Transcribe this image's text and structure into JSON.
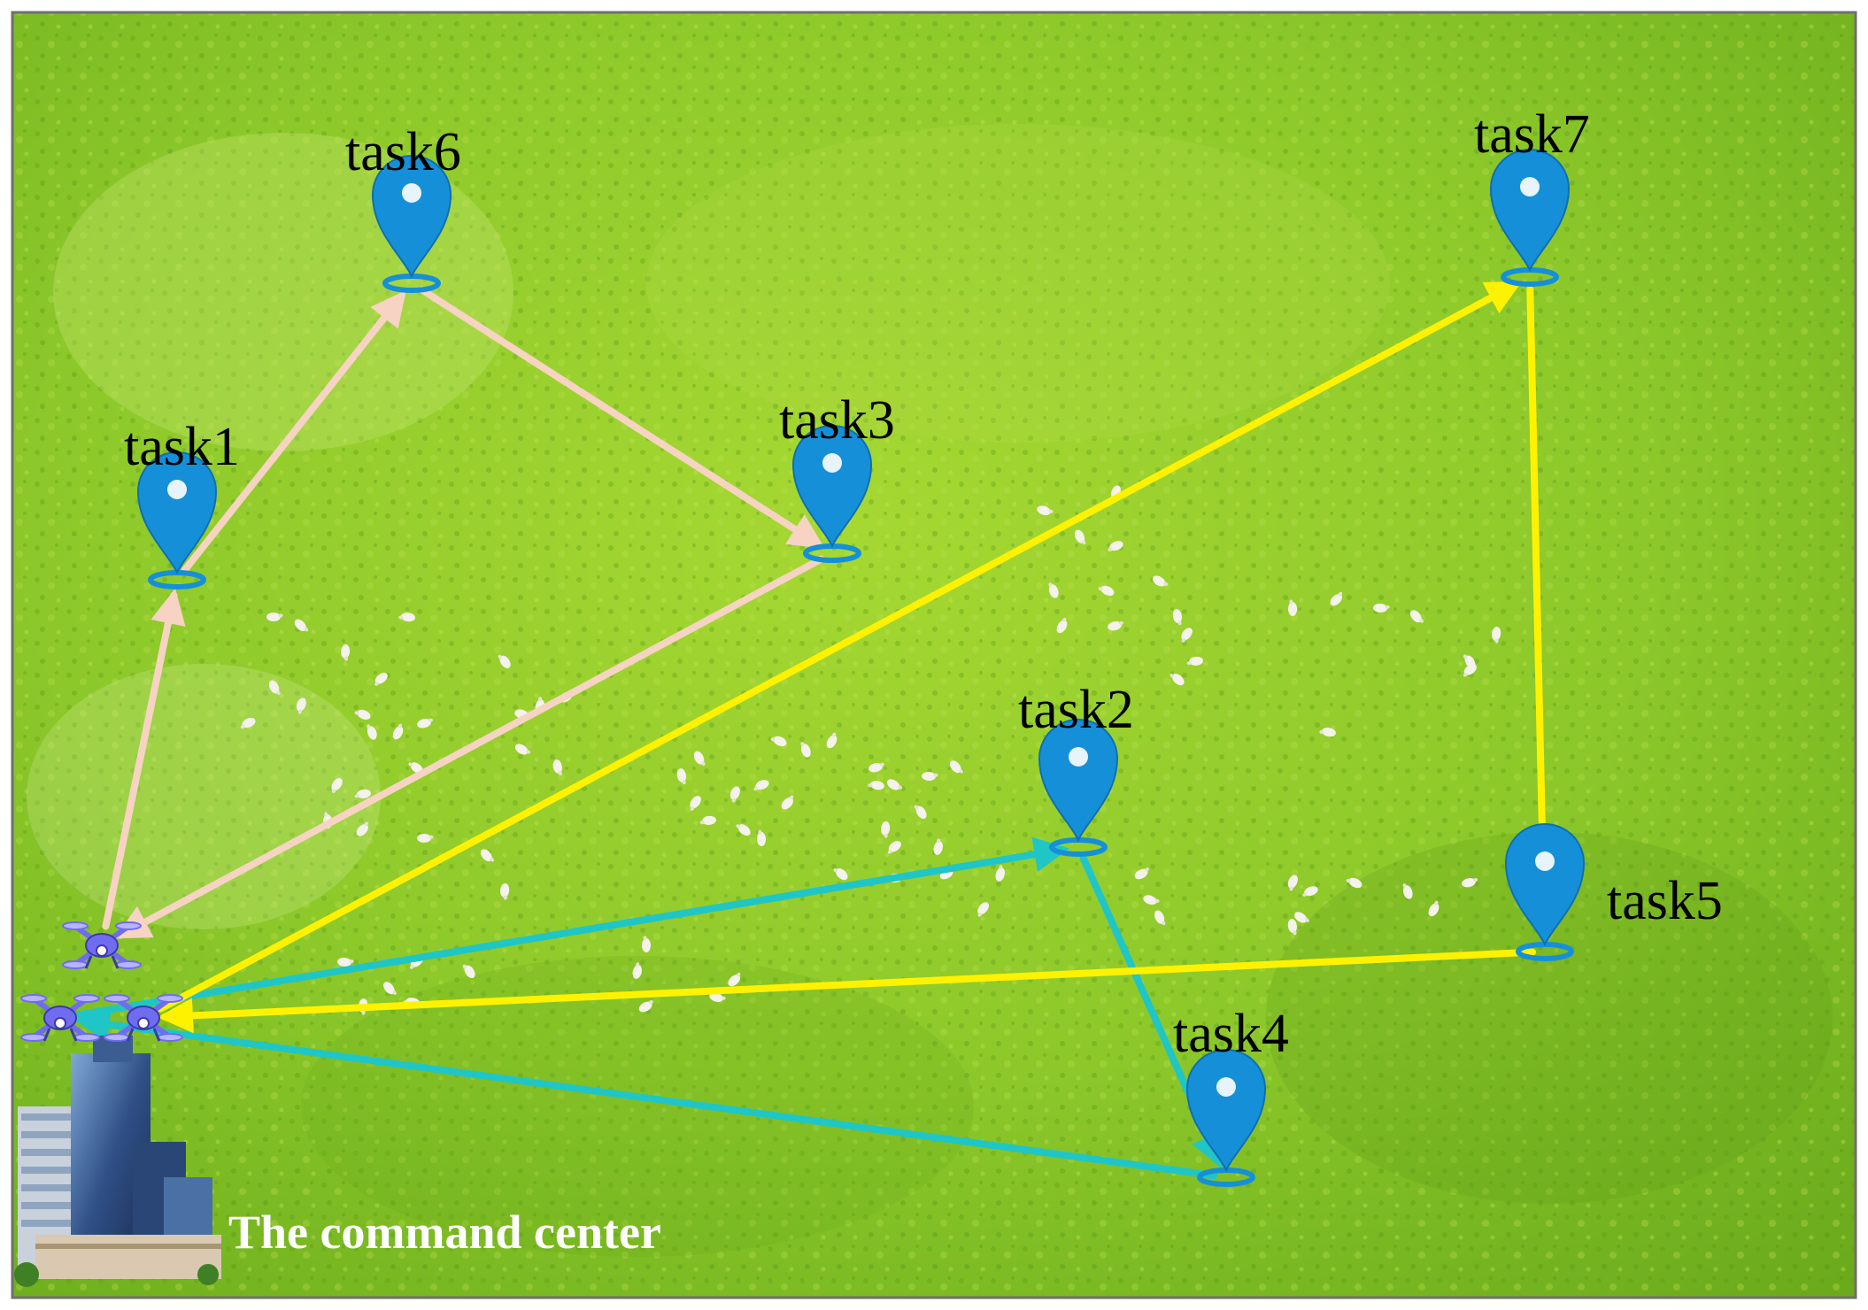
{
  "colors": {
    "frame": "#6f6f6f",
    "grass_light": "#a6d832",
    "grass_mid": "#7fbf22",
    "grass_dark": "#4d8f14",
    "pin": "#1590d8",
    "pin_dark": "#0f6fb0",
    "drone": "#6f6cf0",
    "drone_light": "#b7b3ff",
    "route_1": "#f7d3c3",
    "route_2": "#20c6c6",
    "route_3": "#fff200",
    "label": "#000000",
    "center_label": "#ffffff"
  },
  "tasks": [
    {
      "id": "task1",
      "label": "task1"
    },
    {
      "id": "task2",
      "label": "task2"
    },
    {
      "id": "task3",
      "label": "task3"
    },
    {
      "id": "task4",
      "label": "task4"
    },
    {
      "id": "task5",
      "label": "task5"
    },
    {
      "id": "task6",
      "label": "task6"
    },
    {
      "id": "task7",
      "label": "task7"
    }
  ],
  "command_center": {
    "label": "The command center"
  },
  "routes": [
    {
      "id": "route_1",
      "color_key": "route_1",
      "stops": [
        "drone_a",
        "task1",
        "task6",
        "task3",
        "drone_a"
      ]
    },
    {
      "id": "route_2",
      "color_key": "route_2",
      "stops": [
        "drone_b",
        "task2",
        "task4",
        "drone_b"
      ]
    },
    {
      "id": "route_3",
      "color_key": "route_3",
      "stops": [
        "drone_c",
        "task7",
        "task5",
        "drone_c"
      ]
    }
  ],
  "icons": {
    "pin": "location-pin-icon",
    "drone": "quadcopter-drone-icon",
    "building": "office-building-icon",
    "sheep": "sheep-icon"
  }
}
